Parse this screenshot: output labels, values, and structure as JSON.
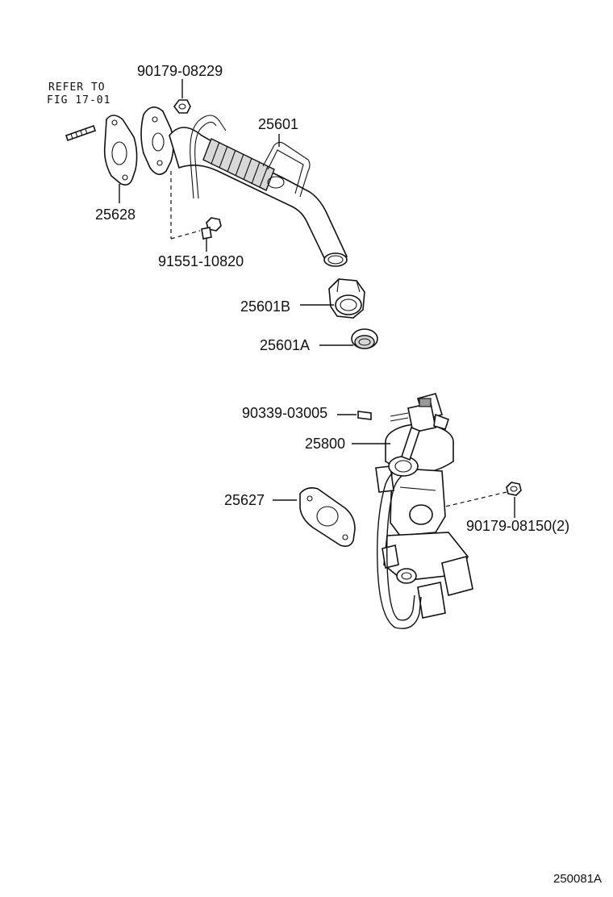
{
  "reference_note": {
    "line1": "REFER TO",
    "line2": "FIG 17-01"
  },
  "callouts": [
    {
      "id": "nut_top",
      "part_no": "90179-08229"
    },
    {
      "id": "pipe",
      "part_no": "25601"
    },
    {
      "id": "gasket_left",
      "part_no": "25628"
    },
    {
      "id": "bolt",
      "part_no": "91551-10820"
    },
    {
      "id": "union_b",
      "part_no": "25601B"
    },
    {
      "id": "union_a",
      "part_no": "25601A"
    },
    {
      "id": "plug",
      "part_no": "90339-03005"
    },
    {
      "id": "valve",
      "part_no": "25800"
    },
    {
      "id": "gasket_right",
      "part_no": "25627"
    },
    {
      "id": "nut_right",
      "part_no": "90179-08150(2)"
    }
  ],
  "figure_id": "250081A"
}
